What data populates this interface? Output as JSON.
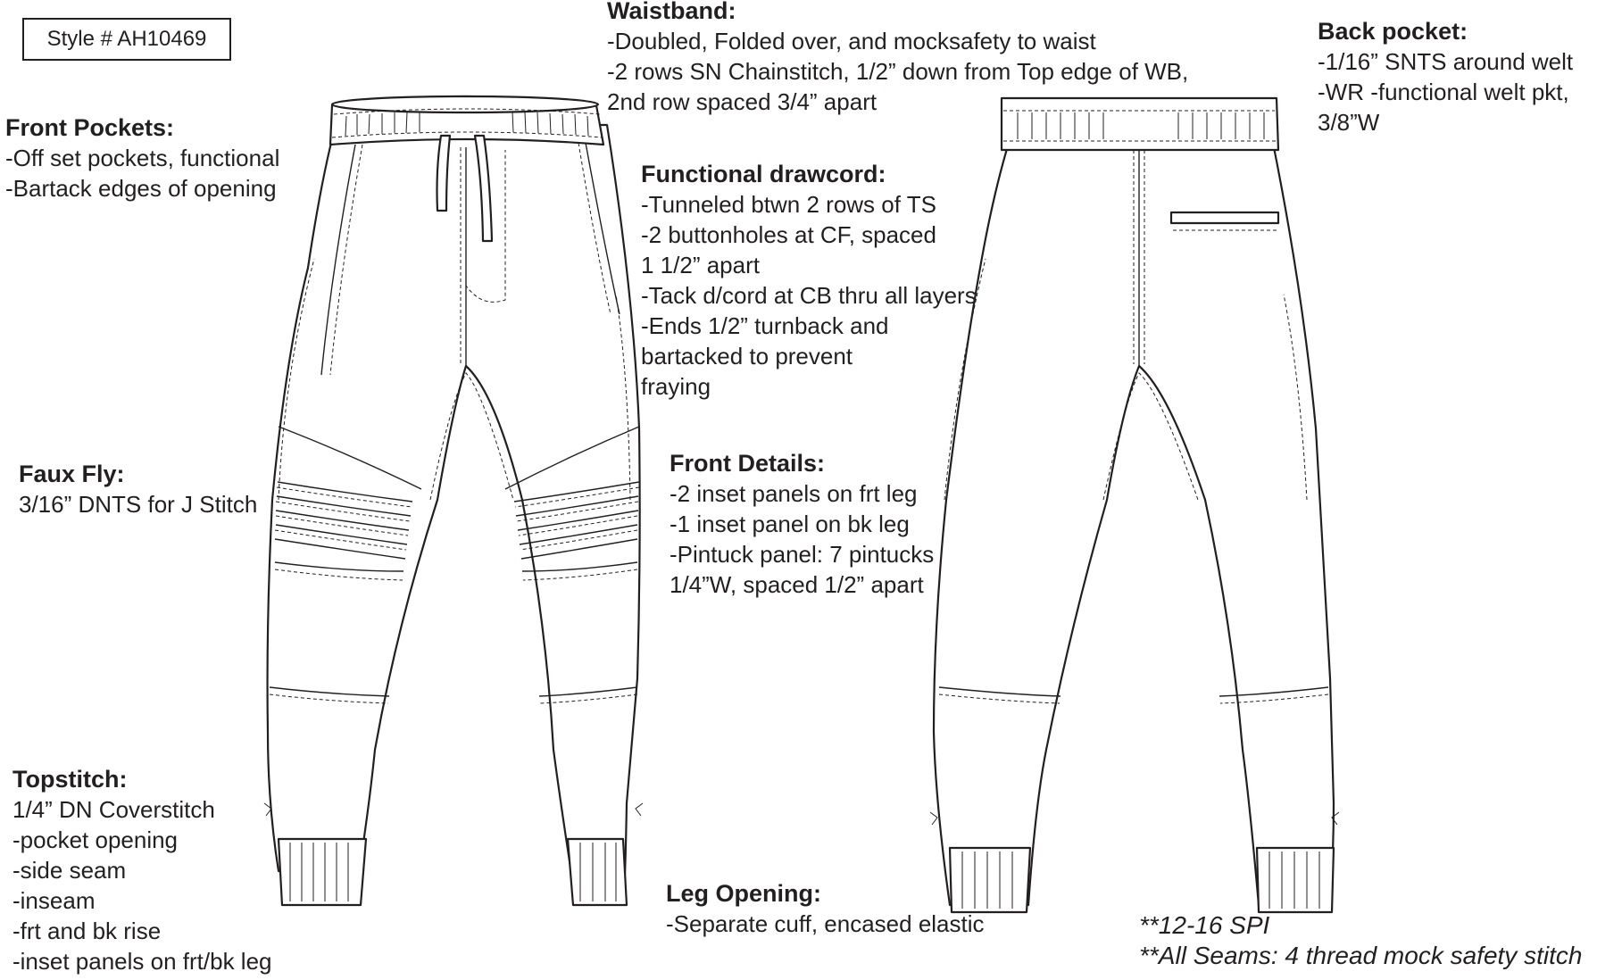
{
  "style_number": "Style # AH10469",
  "callouts": {
    "waistband": {
      "heading": "Waistband:",
      "lines": [
        "-Doubled, Folded over, and mocksafety to waist",
        "-2 rows SN Chainstitch, 1/2” down from Top edge of WB,",
        "2nd row spaced 3/4” apart"
      ]
    },
    "back_pocket": {
      "heading": "Back pocket:",
      "lines": [
        "-1/16” SNTS around welt",
        "-WR -functional welt pkt,",
        "3/8”W"
      ]
    },
    "front_pockets": {
      "heading": "Front Pockets:",
      "lines": [
        "-Off set pockets, functional",
        "-Bartack edges of opening"
      ]
    },
    "drawcord": {
      "heading": "Functional drawcord:",
      "lines": [
        "-Tunneled btwn 2 rows of TS",
        "-2 buttonholes at CF, spaced",
        "1 1/2” apart",
        "-Tack d/cord at CB thru all layers",
        "-Ends 1/2” turnback and",
        "bartacked to prevent",
        "fraying"
      ]
    },
    "faux_fly": {
      "heading": "Faux Fly:",
      "lines": [
        "3/16” DNTS for J Stitch"
      ]
    },
    "front_details": {
      "heading": "Front Details:",
      "lines": [
        "-2 inset panels on frt leg",
        "-1 inset panel on bk leg",
        "-Pintuck panel: 7 pintucks",
        "1/4”W, spaced 1/2” apart"
      ]
    },
    "topstitch": {
      "heading": "Topstitch:",
      "lines": [
        "1/4” DN Coverstitch",
        "-pocket opening",
        "-side seam",
        "-inseam",
        "-frt and bk rise",
        "-inset panels on frt/bk leg"
      ]
    },
    "leg_opening": {
      "heading": "Leg Opening:",
      "lines": [
        "-Separate cuff, encased elastic"
      ]
    }
  },
  "footnotes": [
    "**12-16 SPI",
    "**All Seams: 4 thread mock safety stitch"
  ]
}
